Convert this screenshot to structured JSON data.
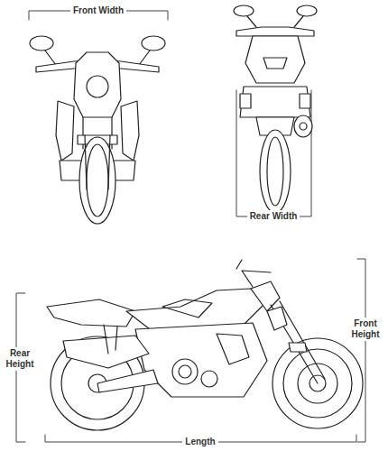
{
  "diagram": {
    "labels": [
      "Front Width",
      "Rear Width",
      "Rear Height",
      "Front Height",
      "Length"
    ]
  }
}
